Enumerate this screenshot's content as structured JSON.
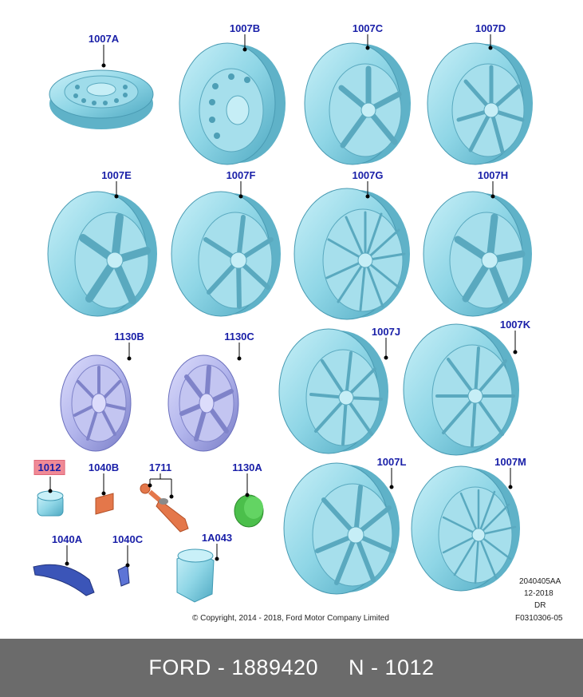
{
  "callouts": {
    "c1007A": "1007A",
    "c1007B": "1007B",
    "c1007C": "1007C",
    "c1007D": "1007D",
    "c1007E": "1007E",
    "c1007F": "1007F",
    "c1007G": "1007G",
    "c1007H": "1007H",
    "c1130B": "1130B",
    "c1130C": "1130C",
    "c1007J": "1007J",
    "c1007K": "1007K",
    "c1012": "1012",
    "c1040B": "1040B",
    "c1711": "1711",
    "c1130A": "1130A",
    "c1040A": "1040A",
    "c1040C": "1040C",
    "c1A043": "1A043",
    "c1007L": "1007L",
    "c1007M": "1007M"
  },
  "highlighted_part": "1012",
  "meta": {
    "code1": "2040405AA",
    "date": "12-2018",
    "region": "DR",
    "code2": "F0310306-05",
    "copyright": "© Copyright, 2014 - 2018, Ford Motor Company Limited"
  },
  "footer": {
    "left": "FORD - 1889420",
    "right": "N - 1012"
  },
  "colors": {
    "wheel": "#8fd6e6",
    "wheel_dark": "#3f9ab4",
    "cover": "#b7b9ee",
    "cover_dark": "#6a6fbd",
    "callout": "#1a20a8",
    "highlight": "#f08a96",
    "footer_bg": "#6b6b6b"
  }
}
